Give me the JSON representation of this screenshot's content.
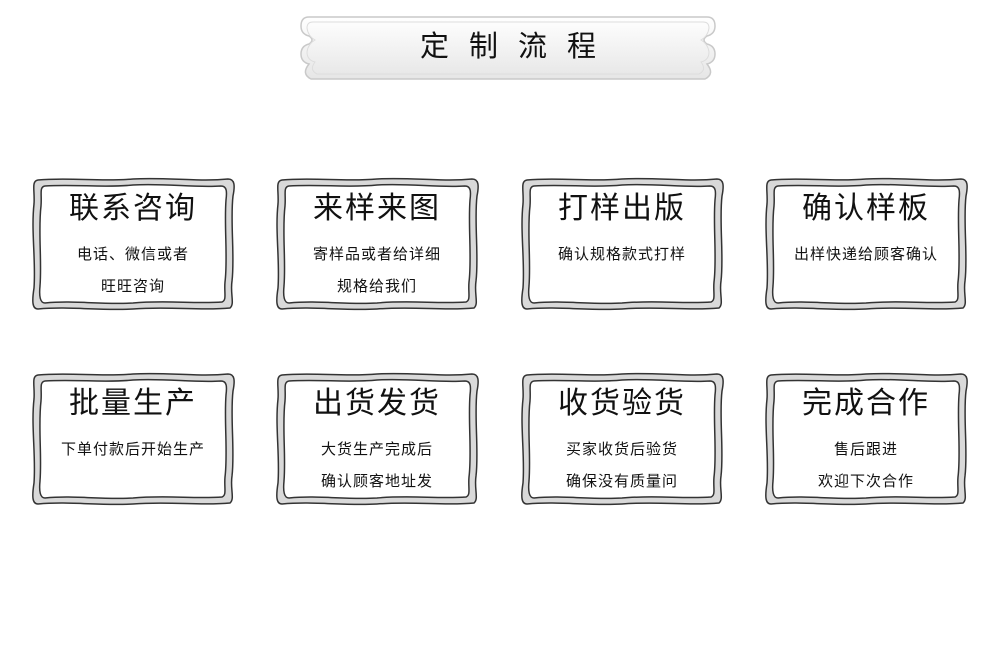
{
  "title": "定制流程",
  "steps": [
    {
      "title": "联系咨询",
      "lines": [
        "电话、微信或者",
        "旺旺咨询"
      ]
    },
    {
      "title": "来样来图",
      "lines": [
        "寄样品或者给详细",
        "规格给我们"
      ]
    },
    {
      "title": "打样出版",
      "lines": [
        "确认规格款式打样"
      ]
    },
    {
      "title": "确认样板",
      "lines": [
        "出样快递给顾客确认"
      ]
    },
    {
      "title": "批量生产",
      "lines": [
        "下单付款后开始生产"
      ]
    },
    {
      "title": "出货发货",
      "lines": [
        "大货生产完成后",
        "确认顾客地址发"
      ]
    },
    {
      "title": "收货验货",
      "lines": [
        "买家收货后验货",
        "确保没有质量问"
      ]
    },
    {
      "title": "完成合作",
      "lines": [
        "售后跟进",
        "欢迎下次合作"
      ]
    }
  ],
  "colors": {
    "frame_outer": "#333333",
    "frame_fill": "#d9d9d9",
    "banner_fill": "#f2f2f2",
    "text": "#111111"
  }
}
